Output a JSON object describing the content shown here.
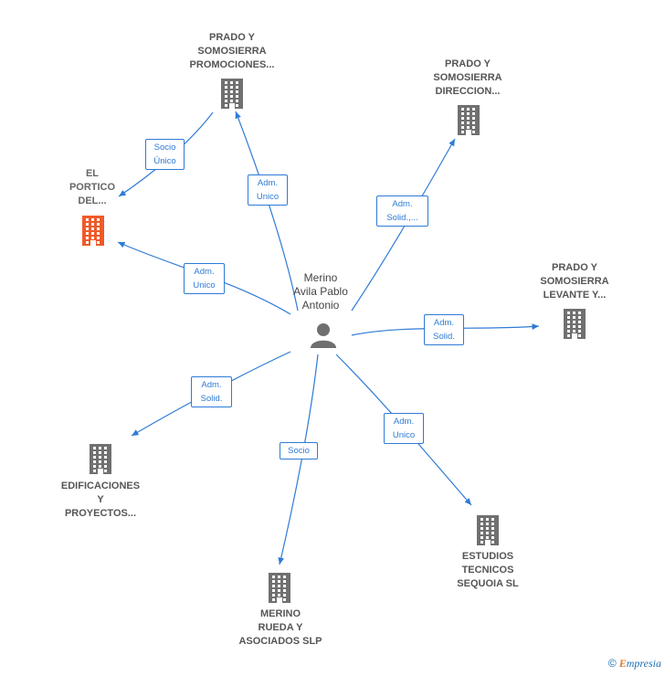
{
  "center": {
    "label": "Merino\nAvila Pablo\nAntonio",
    "icon": "person-icon"
  },
  "companies": [
    {
      "id": "prado-promociones",
      "label": "PRADO Y\nSOMOSIERRA\nPROMOCIONES...",
      "icon": "building-icon",
      "color": "#707070"
    },
    {
      "id": "prado-direccion",
      "label": "PRADO Y\nSOMOSIERRA\nDIRECCION...",
      "icon": "building-icon",
      "color": "#707070"
    },
    {
      "id": "el-portico",
      "label": "EL\nPORTICO\nDEL...",
      "icon": "building-icon",
      "color": "#f05a28"
    },
    {
      "id": "prado-levante",
      "label": "PRADO Y\nSOMOSIERRA\nLEVANTE Y...",
      "icon": "building-icon",
      "color": "#707070"
    },
    {
      "id": "edificaciones",
      "label": "EDIFICACIONES\nY\nPROYECTOS...",
      "icon": "building-icon",
      "color": "#707070"
    },
    {
      "id": "estudios",
      "label": "ESTUDIOS\nTECNICOS\nSEQUOIA  SL",
      "icon": "building-icon",
      "color": "#707070"
    },
    {
      "id": "merino-rueda",
      "label": "MERINO\nRUEDA Y\nASOCIADOS SLP",
      "icon": "building-icon",
      "color": "#707070"
    }
  ],
  "relations": [
    {
      "from": "center",
      "to": "prado-promociones",
      "label": "Adm.\nUnico"
    },
    {
      "from": "prado-promociones",
      "to": "el-portico",
      "label": "Socio\nÚnico"
    },
    {
      "from": "center",
      "to": "prado-direccion",
      "label": "Adm.\nSolid.,..."
    },
    {
      "from": "center",
      "to": "el-portico",
      "label": "Adm.\nUnico"
    },
    {
      "from": "center",
      "to": "prado-levante",
      "label": "Adm.\nSolid."
    },
    {
      "from": "center",
      "to": "edificaciones",
      "label": "Adm.\nSolid."
    },
    {
      "from": "center",
      "to": "estudios",
      "label": "Adm.\nUnico"
    },
    {
      "from": "center",
      "to": "merino-rueda",
      "label": "Socio"
    }
  ],
  "footer": {
    "copyright": "©",
    "brand_first": "E",
    "brand_rest": "mpresia"
  },
  "colors": {
    "edge": "#2f7bd6",
    "building": "#707070",
    "highlight": "#f05a28"
  }
}
